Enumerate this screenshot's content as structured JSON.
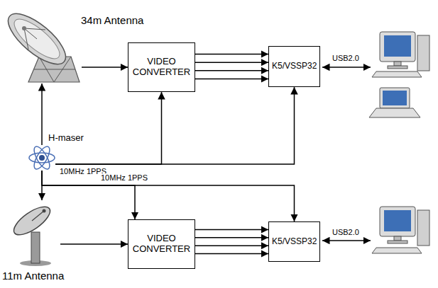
{
  "diagram": {
    "nodes": [
      {
        "text": [
          "34m Antenna"
        ]
      },
      {
        "text": [
          "VIDEO CONVERTER"
        ]
      },
      {
        "text": [
          "K5/VSSP32"
        ]
      },
      {
        "text": [
          "H-maser"
        ]
      },
      {
        "text": [
          "11m Antenna"
        ]
      },
      {
        "text": [
          "VIDEO CONVERTER"
        ]
      },
      {
        "text": [
          "K5/VSSP32"
        ]
      }
    ],
    "edges": [
      {
        "from": 0,
        "to": 1,
        "arrow": "to"
      },
      {
        "from": 1,
        "to": 2,
        "arrow": "to"
      },
      {
        "from": 1,
        "to": 2,
        "arrow": "to"
      },
      {
        "from": 1,
        "to": 2,
        "arrow": "to"
      },
      {
        "from": 1,
        "to": 2,
        "arrow": "to"
      },
      {
        "from": 3,
        "to": 0,
        "arrow": "to"
      },
      {
        "from": 3,
        "to": 1,
        "label": "10MHz 1PPS",
        "arrow": "to"
      },
      {
        "from": 3,
        "to": 2,
        "arrow": "to"
      },
      {
        "from": 3,
        "to": 4,
        "arrow": "to"
      },
      {
        "from": 3,
        "to": 5,
        "label": "10MHz 1PPS",
        "arrow": "to"
      },
      {
        "from": 3,
        "to": 6,
        "arrow": "to"
      },
      {
        "from": 4,
        "to": 5,
        "arrow": "to"
      },
      {
        "from": 5,
        "to": 6,
        "arrow": "to"
      },
      {
        "from": 5,
        "to": 6,
        "arrow": "to"
      },
      {
        "from": 5,
        "to": 6,
        "arrow": "to"
      },
      {
        "from": 5,
        "to": 6,
        "arrow": "to"
      }
    ],
    "labels": [
      "USB2.0",
      "USB2.0"
    ]
  }
}
